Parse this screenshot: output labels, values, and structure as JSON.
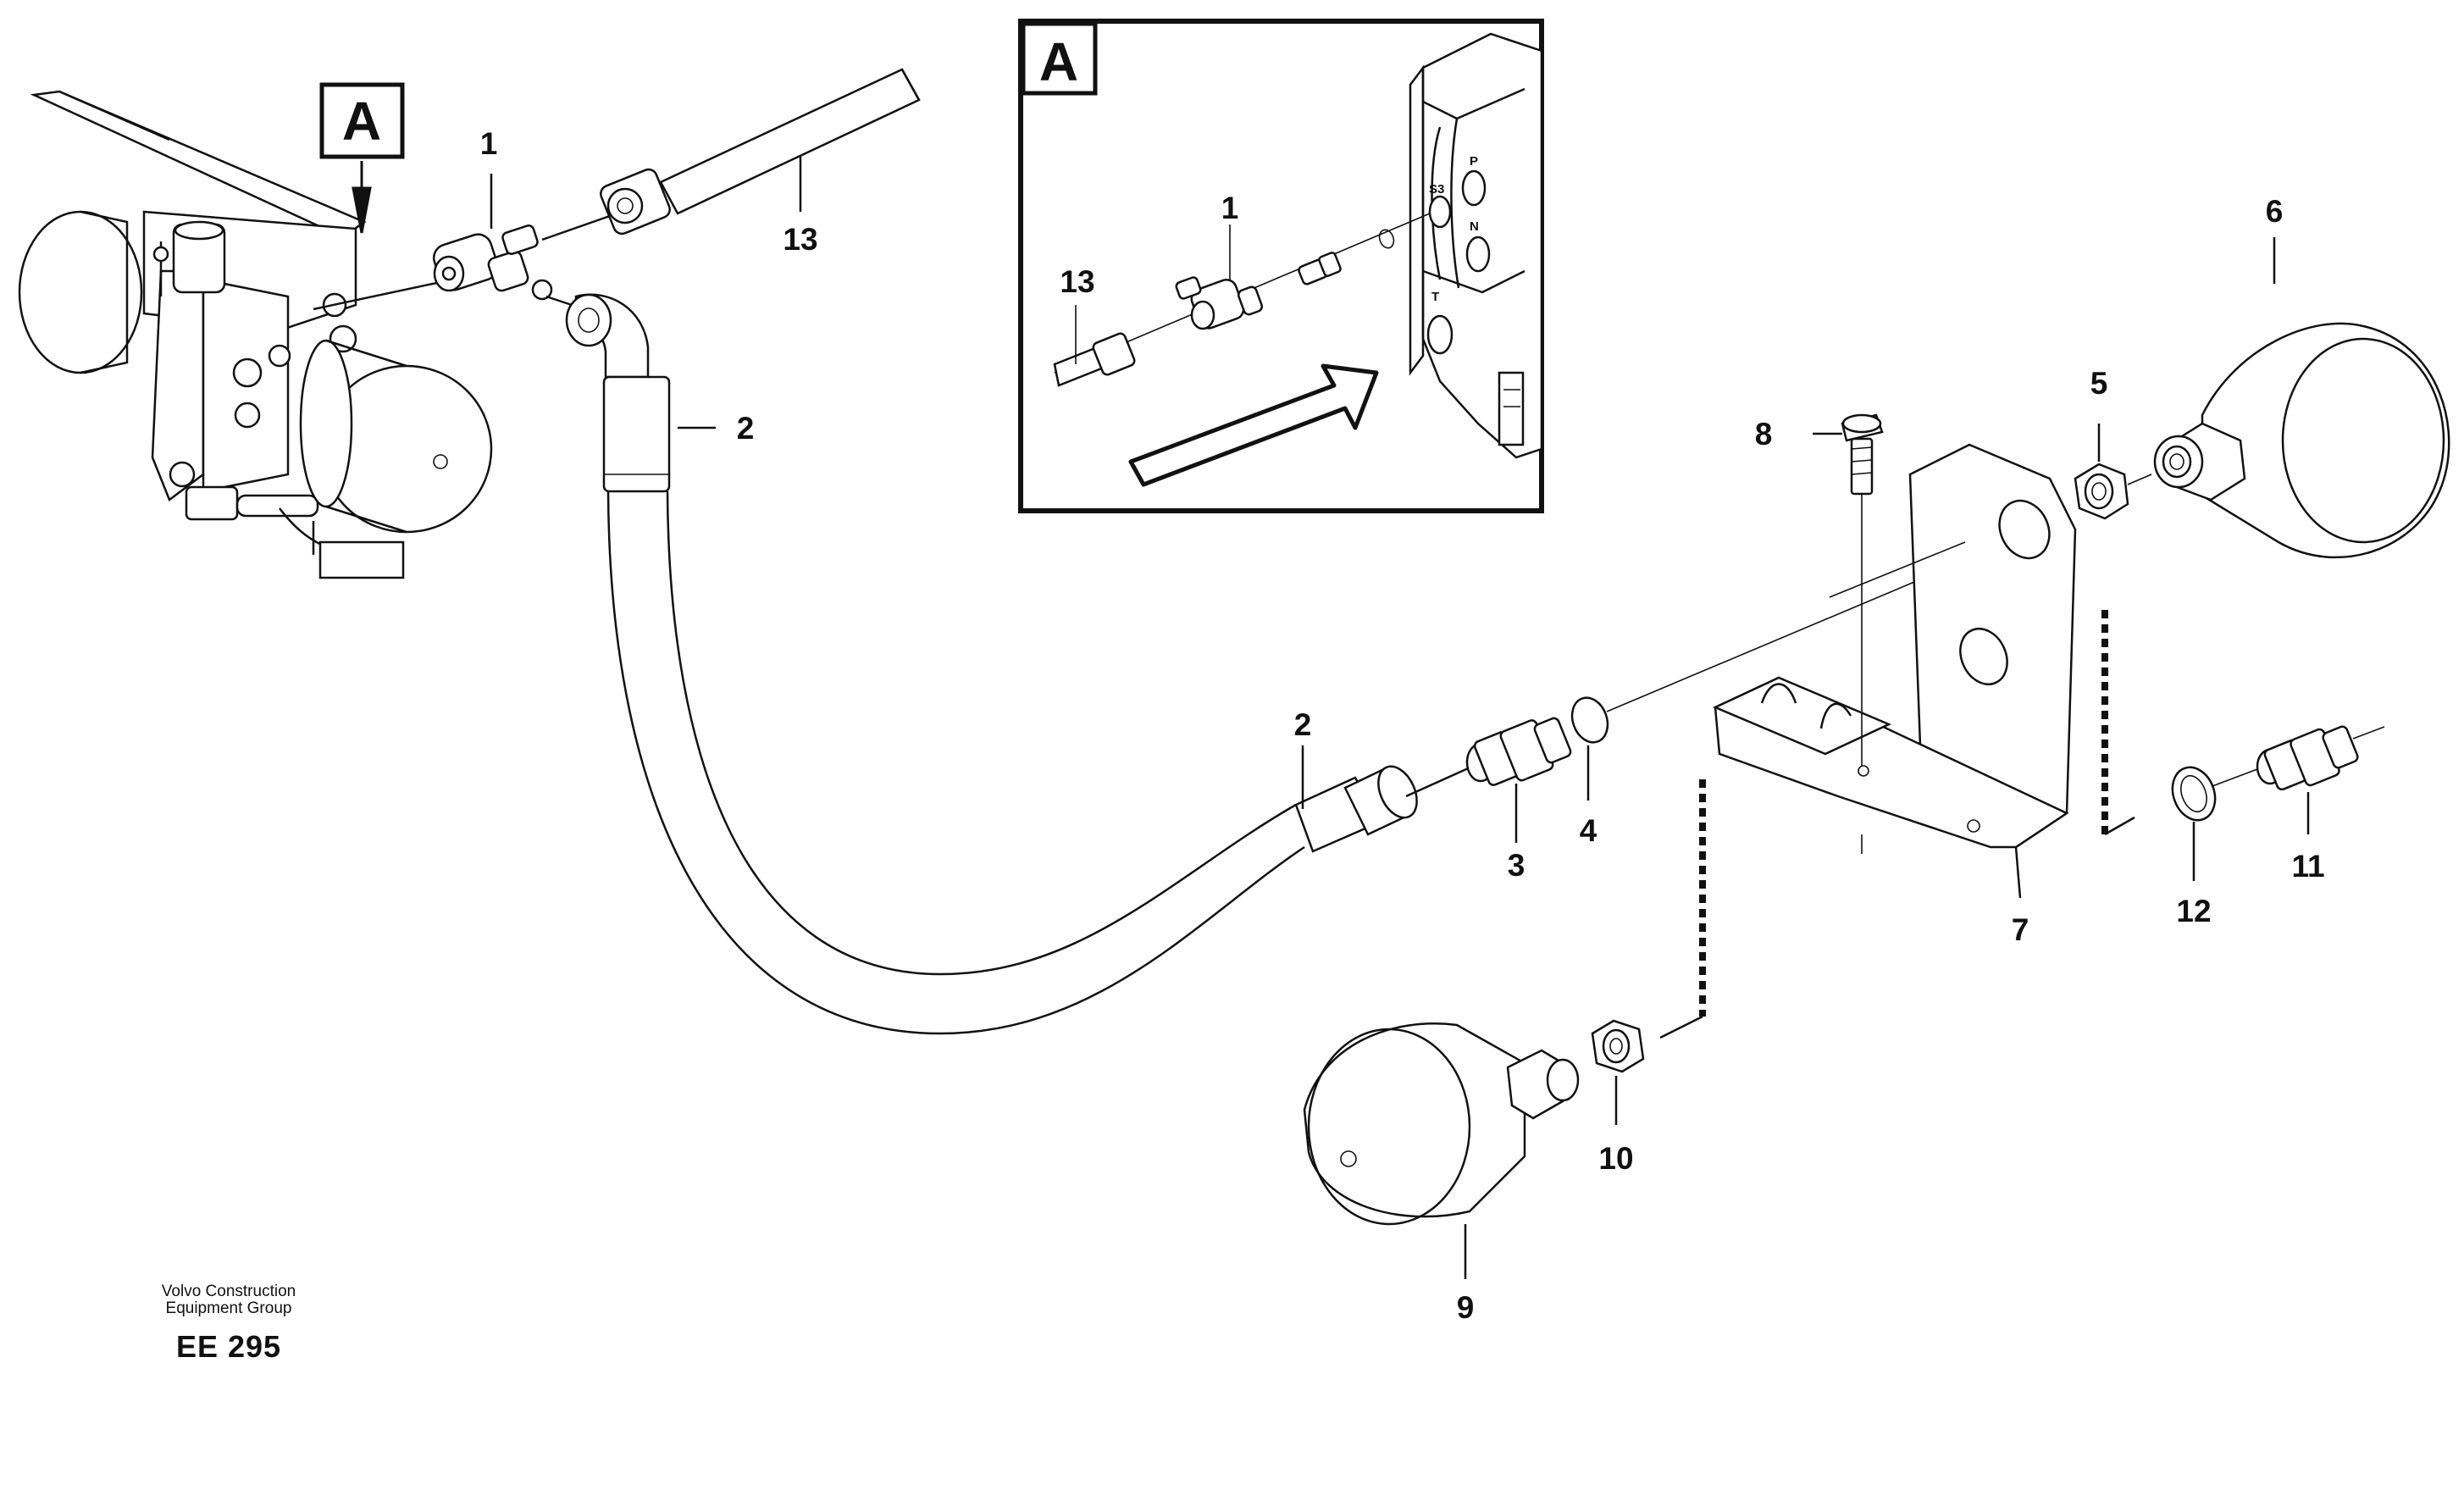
{
  "view_label": "A",
  "inset": {
    "title": "A",
    "port_labels": [
      "P",
      "S3",
      "N",
      "T"
    ]
  },
  "callouts": {
    "c1": "1",
    "c2": "2",
    "c2b": "2",
    "c3": "3",
    "c4": "4",
    "c5": "5",
    "c6": "6",
    "c7": "7",
    "c8": "8",
    "c9": "9",
    "c10": "10",
    "c11": "11",
    "c12": "12",
    "c13": "13",
    "inset_1": "1",
    "inset_13": "13"
  },
  "footer": {
    "org_line1": "Volvo Construction",
    "org_line2": "Equipment Group",
    "code": "EE 295"
  }
}
